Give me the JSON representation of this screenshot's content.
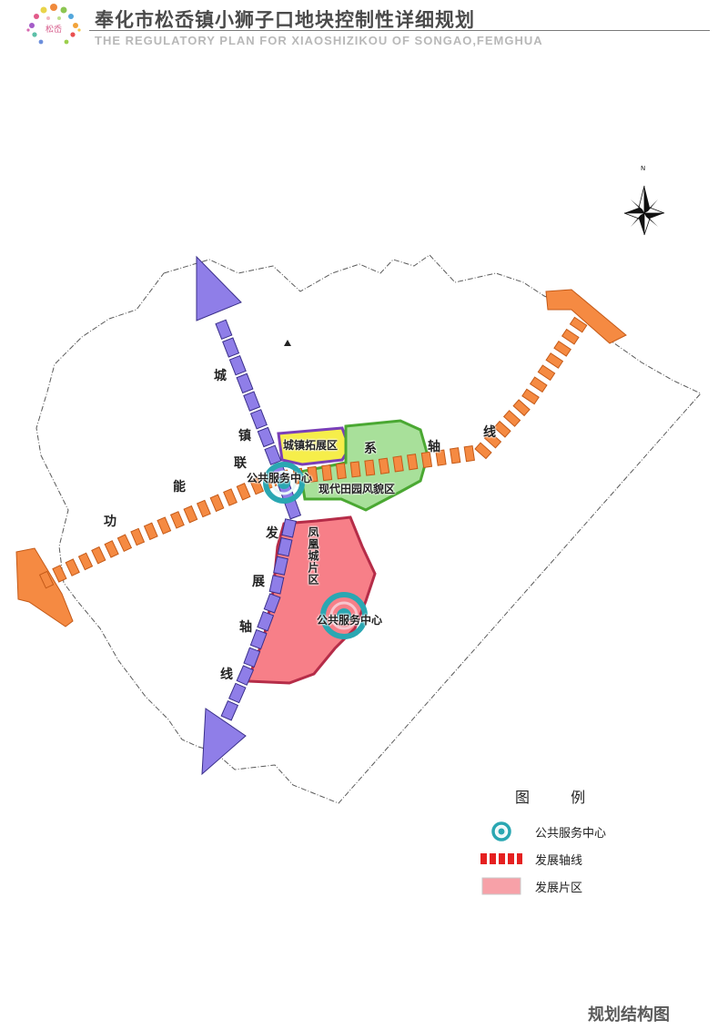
{
  "header": {
    "title_cn": "奉化市松岙镇小狮子口地块控制性详细规划",
    "title_en": "THE REGULATORY PLAN FOR XIAOSHIZIKOU OF SONGAO,FEMGHUA",
    "logo_text": "松岙"
  },
  "map": {
    "north_label": "N",
    "axis_labels": {
      "city_axis_chars": [
        "城",
        "镇",
        "联",
        "发",
        "展",
        "轴",
        "线"
      ],
      "func_axis_chars": [
        "功",
        "能",
        "系",
        "轴",
        "线"
      ]
    },
    "zones": {
      "town_expansion": "城镇拓展区",
      "modern_field": "现代田园风貌区",
      "fenghuang": "凤凰城片区"
    },
    "service_center_label": "公共服务中心",
    "colors": {
      "axis_purple": "#8f7ee8",
      "axis_orange": "#f58a42",
      "zone_yellow": "#f6ee4a",
      "zone_green": "#a8e09a",
      "zone_pink": "#f77f88",
      "center_teal": "#2aa7b2"
    }
  },
  "legend": {
    "title": "图 例",
    "items": [
      {
        "label": "公共服务中心",
        "icon": "service-center-icon"
      },
      {
        "label": "发展轴线",
        "icon": "dashed-axis-icon"
      },
      {
        "label": "发展片区",
        "icon": "zone-swatch-icon"
      }
    ]
  },
  "footer": {
    "title": "规划结构图"
  }
}
